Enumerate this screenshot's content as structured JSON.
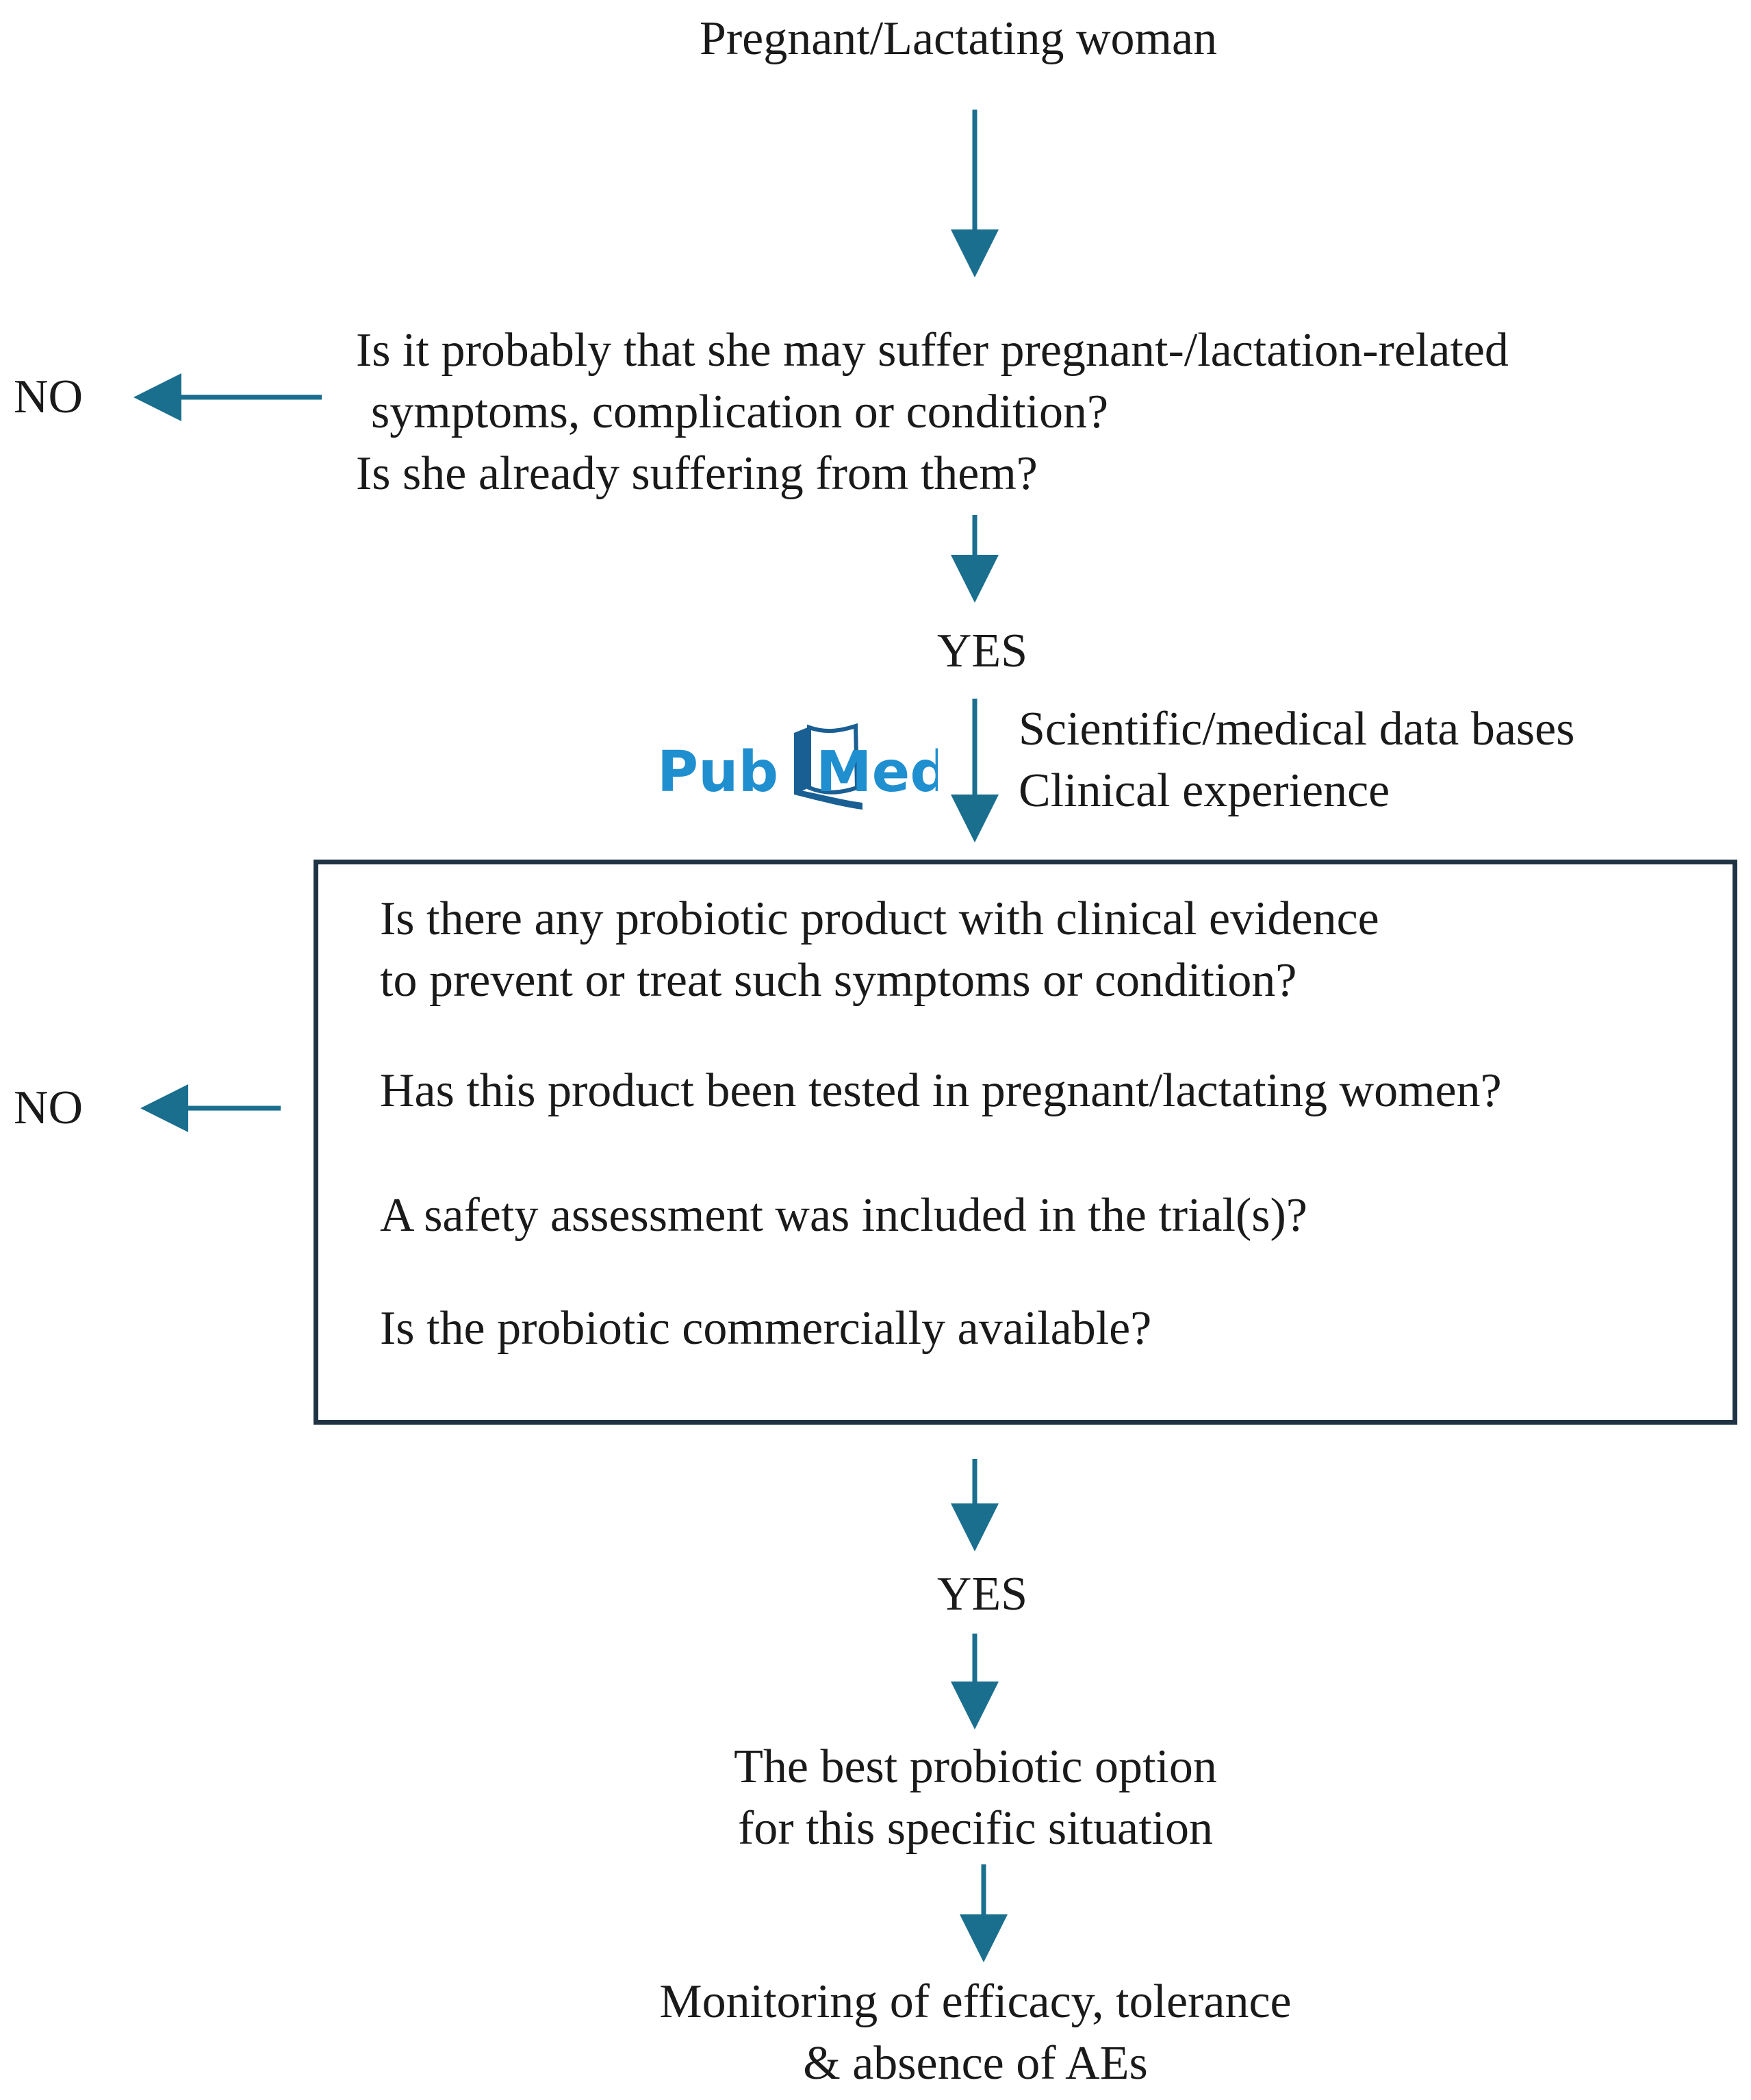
{
  "start": {
    "text": "Pregnant/Lactating woman"
  },
  "question1": {
    "lines": [
      "Is it probably that she may suffer pregnant-/lactation-related",
      "symptoms, complication or condition?",
      "Is she already suffering from them?"
    ]
  },
  "no_labels": [
    "NO",
    "NO"
  ],
  "yes_labels": [
    "YES",
    "YES"
  ],
  "sources": {
    "logo": {
      "part1": "Pub",
      "part2": "Med",
      "icon": "pubmed-book-logo"
    },
    "lines": [
      "Scientific/medical data bases",
      "Clinical experience"
    ]
  },
  "criteria_box": {
    "q1_lines": [
      "Is there any probiotic product with clinical evidence",
      "to prevent or treat such symptoms or condition?"
    ],
    "q2": "Has this product been tested in pregnant/lactating women?",
    "q3": "A safety assessment was included in the trial(s)?",
    "q4": "Is the probiotic commercially available?"
  },
  "outcome": {
    "lines": [
      "The best probiotic option",
      "for this specific situation"
    ]
  },
  "final": {
    "lines": [
      "Monitoring of efficacy, tolerance",
      "& absence of AEs"
    ]
  },
  "colors": {
    "arrow": "#1a6e8e",
    "box_border": "#1f3344",
    "pubmed_blue": "#1f8fd0",
    "pubmed_dark": "#1a5f94"
  }
}
